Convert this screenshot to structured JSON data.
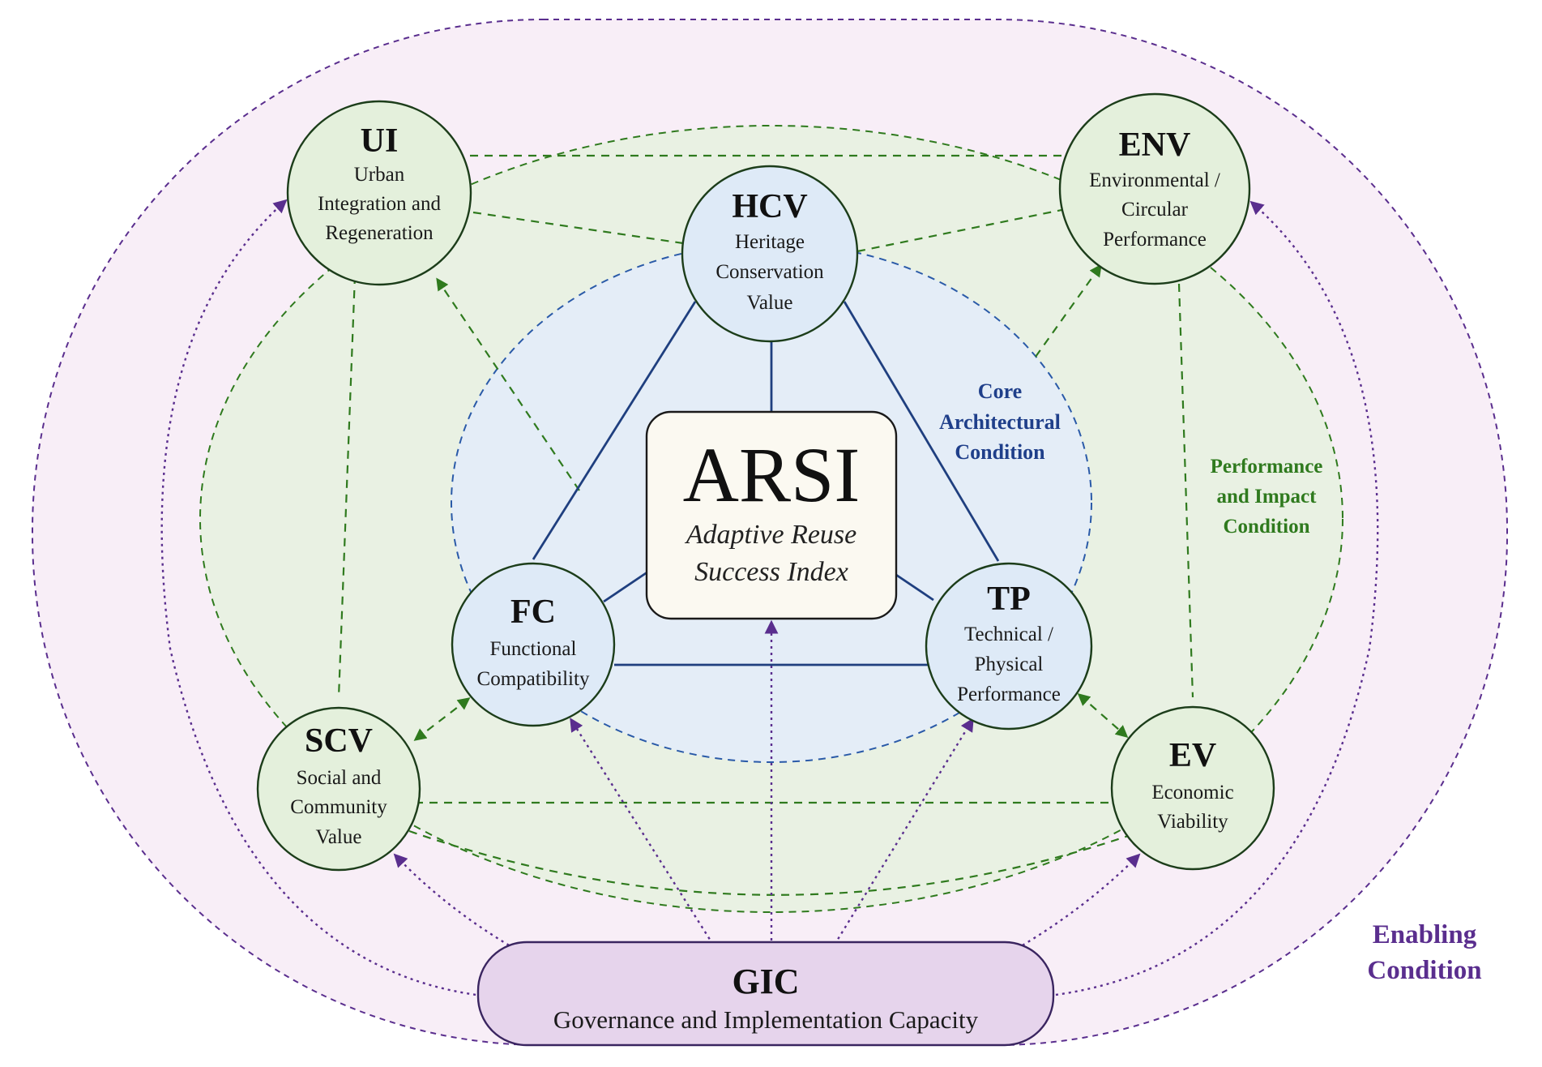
{
  "colors": {
    "enabling_fill": "#f8eef7",
    "enabling_stroke": "#5a2e8e",
    "performance_fill": "#e9f1e3",
    "performance_stroke": "#2f7a1e",
    "core_fill": "#e4edf7",
    "core_stroke": "#2a5aa8",
    "core_node_fill": "#deeaf7",
    "perf_node_fill": "#e4f0dc",
    "node_stroke": "#1c3d1a",
    "core_line": "#1f3f7f",
    "arsi_fill": "#fbf9f1",
    "gic_fill": "#e6d4ec"
  },
  "center": {
    "title": "ARSI",
    "subtitle_line1": "Adaptive Reuse",
    "subtitle_line2": "Success Index"
  },
  "nodes": {
    "ui": {
      "abbr": "UI",
      "lines": [
        "Urban",
        "Integration and",
        "Regeneration"
      ]
    },
    "env": {
      "abbr": "ENV",
      "lines": [
        "Environmental /",
        "Circular",
        "Performance"
      ]
    },
    "hcv": {
      "abbr": "HCV",
      "lines": [
        "Heritage",
        "Conservation",
        "Value"
      ]
    },
    "fc": {
      "abbr": "FC",
      "lines": [
        "Functional",
        "Compatibility"
      ]
    },
    "tp": {
      "abbr": "TP",
      "lines": [
        "Technical /",
        "Physical",
        "Performance"
      ]
    },
    "scv": {
      "abbr": "SCV",
      "lines": [
        "Social and",
        "Community",
        "Value"
      ]
    },
    "ev": {
      "abbr": "EV",
      "lines": [
        "Economic",
        "Viability"
      ]
    }
  },
  "gic": {
    "abbr": "GIC",
    "label": "Governance and Implementation Capacity"
  },
  "zone_labels": {
    "core": [
      "Core",
      "Architectural",
      "Condition"
    ],
    "performance": [
      "Performance",
      "and Impact",
      "Condition"
    ],
    "enabling": [
      "Enabling",
      "Condition"
    ]
  }
}
